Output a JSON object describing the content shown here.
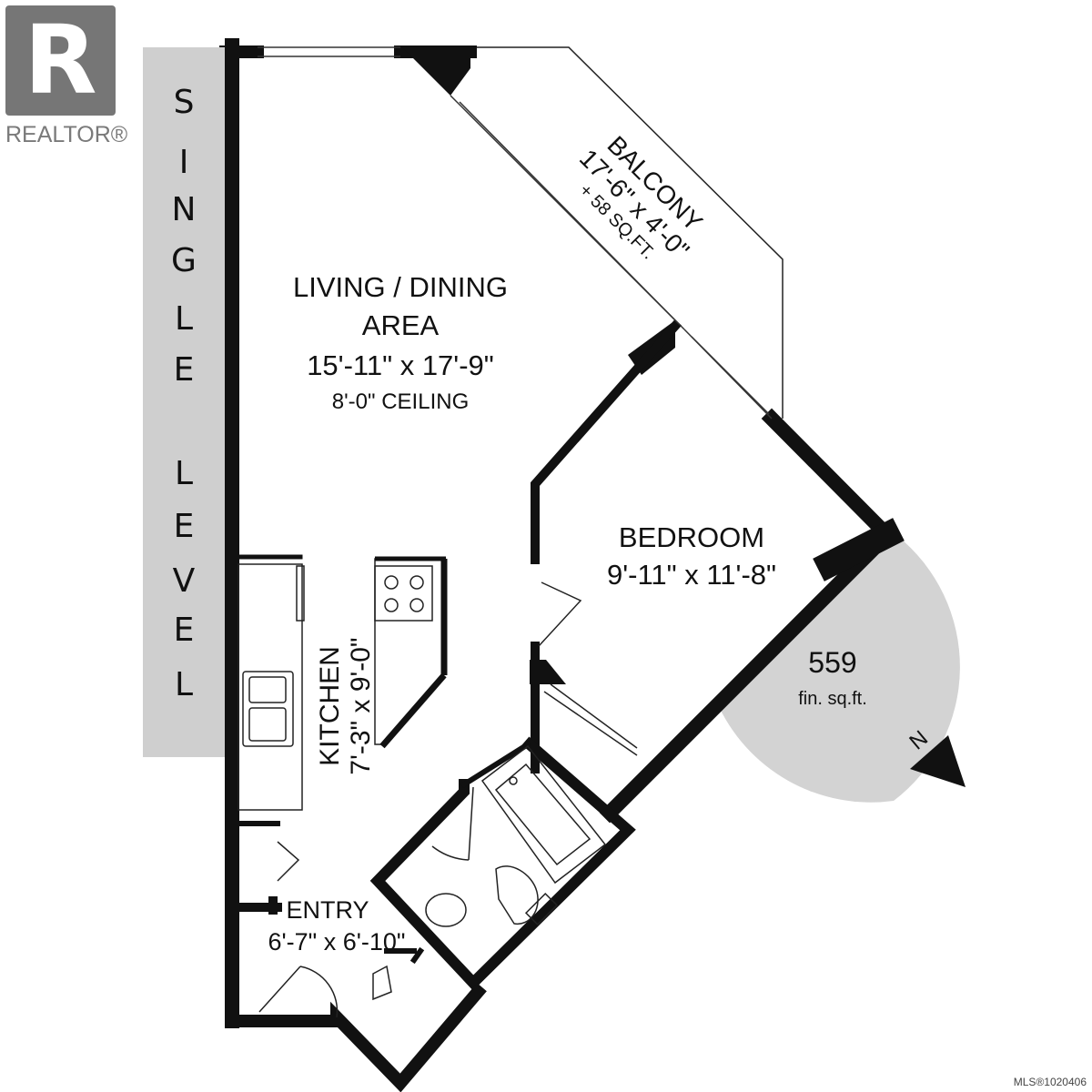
{
  "logo": {
    "letter": "R",
    "text": "REALTOR®"
  },
  "level_letters": [
    "S",
    "I",
    "N",
    "G",
    "L",
    "E",
    "L",
    "E",
    "V",
    "E",
    "L"
  ],
  "rooms": {
    "living": {
      "name_line1": "LIVING / DINING",
      "name_line2": "AREA",
      "dims": "15'-11\" x 17'-9\"",
      "ceiling": "8'-0\" CEILING"
    },
    "balcony": {
      "name": "BALCONY",
      "dims": "17'-6\" x 4'-0\"",
      "area": "+ 58 SQ.FT."
    },
    "bedroom": {
      "name": "BEDROOM",
      "dims": "9'-11\" x 11'-8\""
    },
    "kitchen": {
      "name": "KITCHEN",
      "dims": "7'-3\" x 9'-0\""
    },
    "entry": {
      "name": "ENTRY",
      "dims": "6'-7\" x 6'-10\""
    }
  },
  "area": {
    "value": "559",
    "unit": "fin. sq.ft."
  },
  "compass": {
    "label": "N"
  },
  "mls": "MLS®1020406"
}
